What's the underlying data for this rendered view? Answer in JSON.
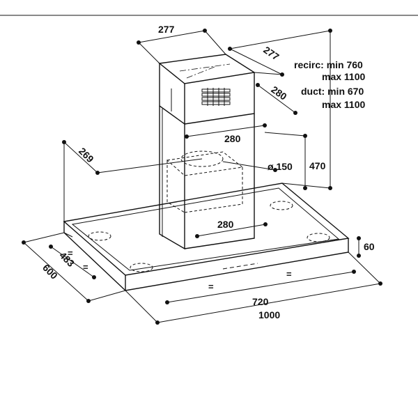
{
  "dimensions": {
    "top_width": "277",
    "top_depth": "277",
    "chimney_depth": "280",
    "chimney_width": "280",
    "outlet_diameter": "ø 150",
    "outlet_height": "470",
    "outlet_offset": "269",
    "lower_chimney_width": "280",
    "canopy_height": "60",
    "inner_depth": "483",
    "total_depth": "600",
    "inner_width": "720",
    "total_width": "1000"
  },
  "height": {
    "recirc_min": "recirc: min 760",
    "recirc_max": "max 1100",
    "duct_min": "duct: min 670",
    "duct_max": "max 1100"
  },
  "marks": {
    "equal": "="
  }
}
